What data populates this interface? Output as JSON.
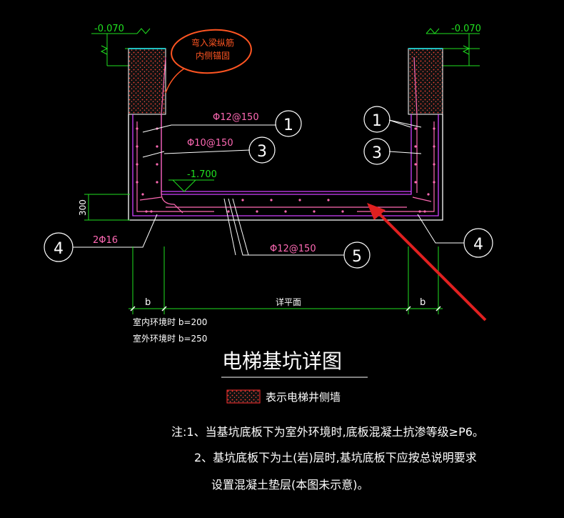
{
  "elevations": {
    "top_left": "-0.070",
    "top_right": "-0.070",
    "pit_bottom": "-1.700"
  },
  "annotation_bubble": {
    "line1": "弯入梁纵筋",
    "line2": "内侧锚固"
  },
  "rebar_labels": {
    "bar1": "Φ12@150",
    "bar3": "Φ10@150",
    "bar4": "2Φ16",
    "bar5": "Φ12@150"
  },
  "markers": [
    "1",
    "3",
    "4",
    "5"
  ],
  "dimensions": {
    "slab_thickness": "300",
    "b_left": "b",
    "b_right": "b",
    "span": "详平面"
  },
  "b_notes": {
    "indoor": "室内环境时 b=200",
    "outdoor": "室外环境时 b=250"
  },
  "title": "电梯基坑详图",
  "legend": {
    "text": "表示电梯井侧墙"
  },
  "notes": {
    "n1": "注:1、当基坑底板下为室外环境时,底板混凝土抗渗等级≥P6。",
    "n2": "2、基坑底板下为土(岩)层时,基坑底板下应按总说明要求",
    "n3": "设置混凝土垫层(本图未示意)。"
  },
  "colors": {
    "background": "#000000",
    "wall": "#d040ff",
    "rebar": "#ff69b4",
    "dim": "#00e000",
    "concrete": "#ff3b30",
    "hatch_top": "#20c0c0"
  }
}
